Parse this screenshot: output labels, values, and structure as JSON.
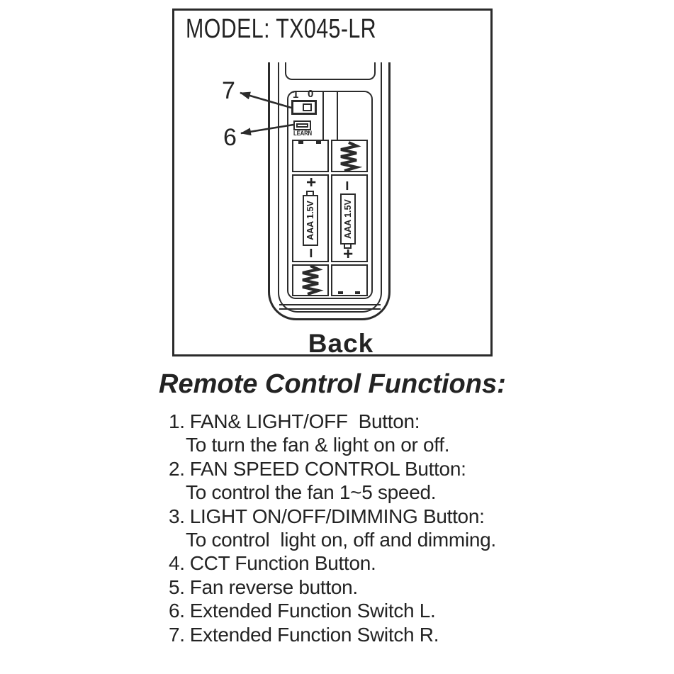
{
  "colors": {
    "ink": "#2b2b2b",
    "paper": "#ffffff"
  },
  "figure": {
    "model_label": "MODEL: TX045-LR",
    "back_label": "Back",
    "callouts": {
      "switch_r": "7",
      "switch_l": "6"
    },
    "slide_switch": {
      "on_label": "1",
      "off_label": "0"
    },
    "learn_switch": {
      "label": "LEARN"
    },
    "batteries": {
      "left": {
        "top_sign": "+",
        "bottom_sign": "−",
        "label": "AAA 1.5V"
      },
      "right": {
        "top_sign": "−",
        "bottom_sign": "+",
        "label": "AAA 1.5V"
      }
    }
  },
  "functions": {
    "title": "Remote Control Functions:",
    "items": [
      {
        "num": "1.",
        "label": "FAN& LIGHT/OFF  Button:",
        "desc": "To turn the fan & light on or off."
      },
      {
        "num": "2.",
        "label": "FAN SPEED CONTROL Button:",
        "desc": "To control the fan 1~5 speed."
      },
      {
        "num": "3.",
        "label": "LIGHT ON/OFF/DIMMING Button:",
        "desc": "To control  light on, off and dimming."
      },
      {
        "num": "4.",
        "label": "CCT Function Button."
      },
      {
        "num": "5.",
        "label": "Fan reverse button."
      },
      {
        "num": "6.",
        "label": "Extended Function Switch L."
      },
      {
        "num": "7.",
        "label": "Extended Function Switch R."
      }
    ]
  }
}
